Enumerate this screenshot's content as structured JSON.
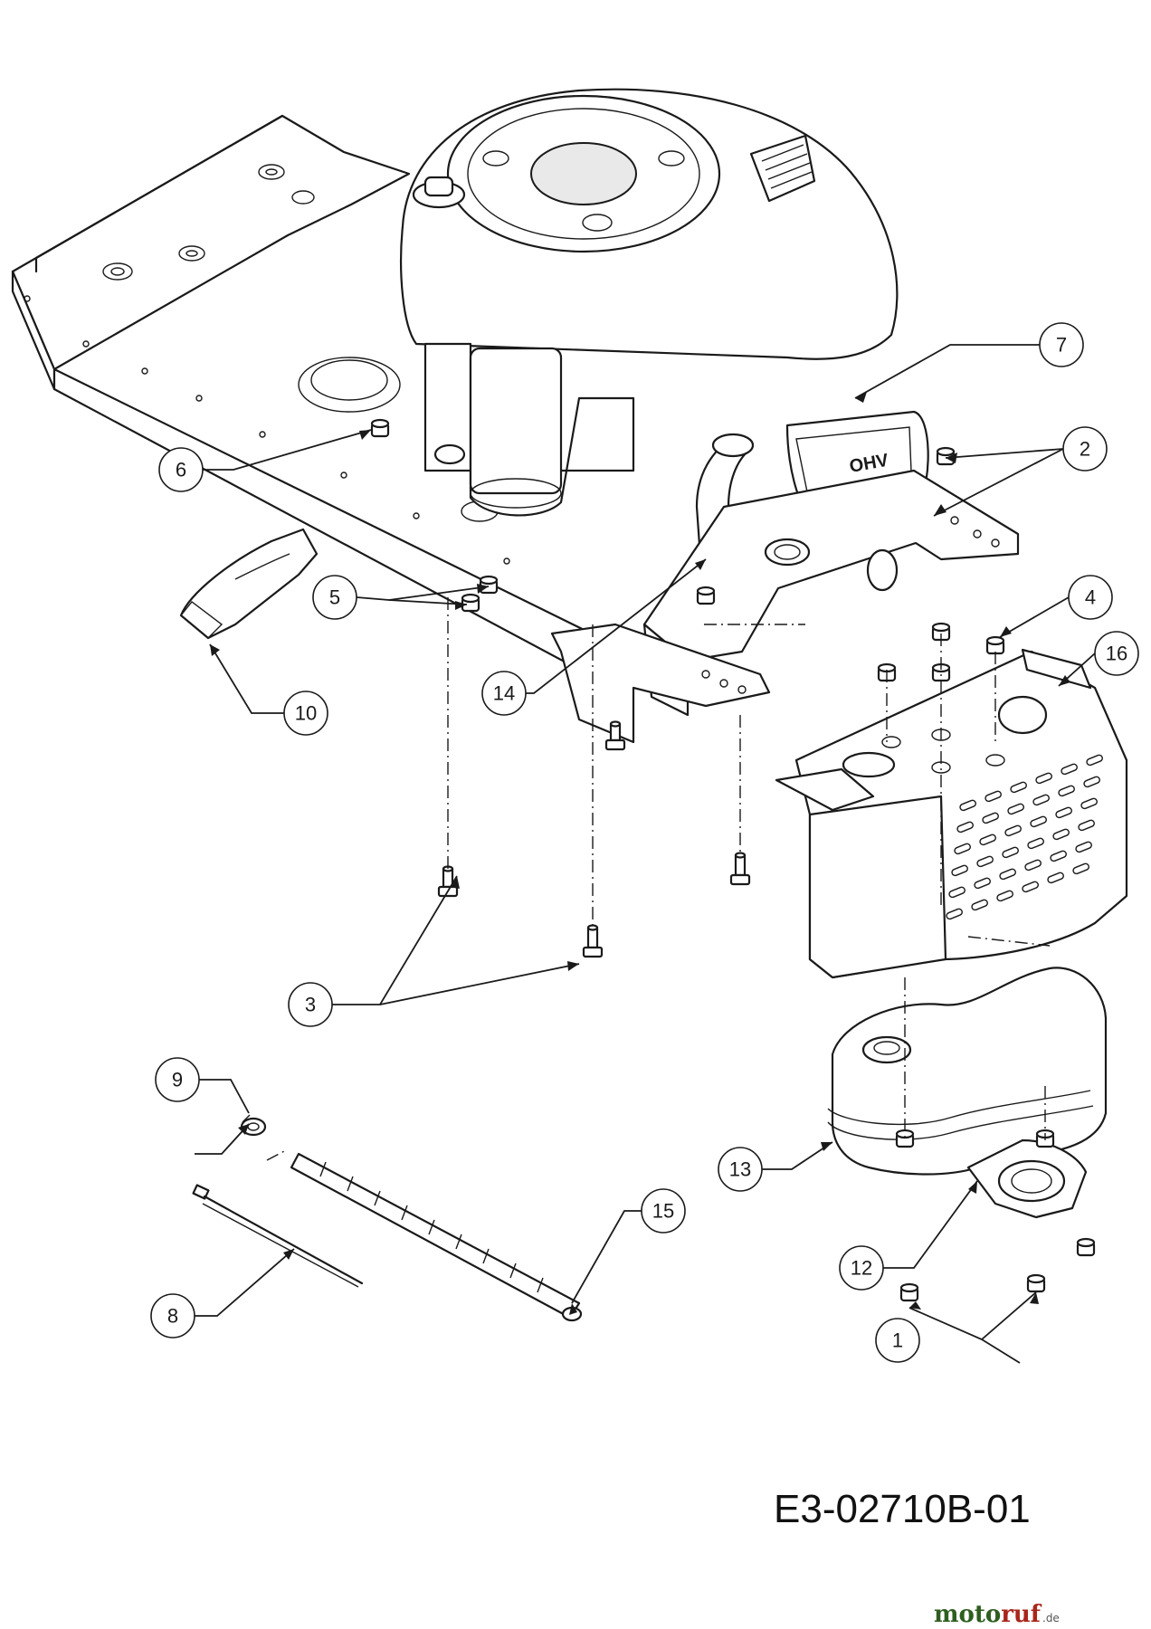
{
  "diagram": {
    "drawing_code": "E3-02710B-01",
    "callouts": [
      "1",
      "2",
      "3",
      "4",
      "5",
      "6",
      "7",
      "8",
      "9",
      "10",
      "12",
      "13",
      "14",
      "15",
      "16"
    ],
    "watermark": {
      "part_a": "moto",
      "part_b": "ruf",
      "part_c": ".de"
    }
  }
}
